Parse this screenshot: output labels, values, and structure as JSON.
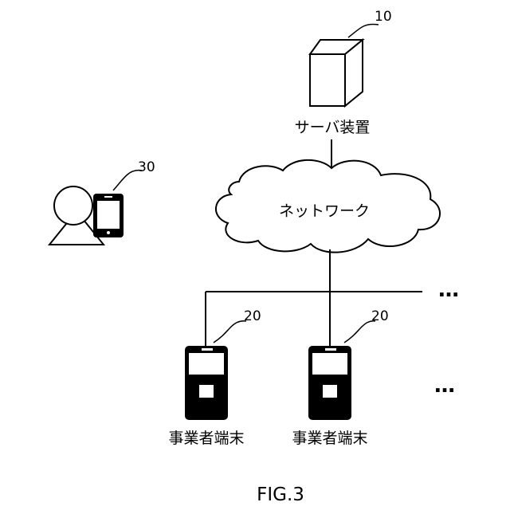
{
  "server": {
    "label": "サーバ装置",
    "ref": "10"
  },
  "network": {
    "label": "ネットワーク"
  },
  "user": {
    "ref": "30"
  },
  "terminals": [
    {
      "label": "事業者端末",
      "ref": "20"
    },
    {
      "label": "事業者端末",
      "ref": "20"
    }
  ],
  "ellipsis": "…",
  "figure_caption": "FIG.3"
}
